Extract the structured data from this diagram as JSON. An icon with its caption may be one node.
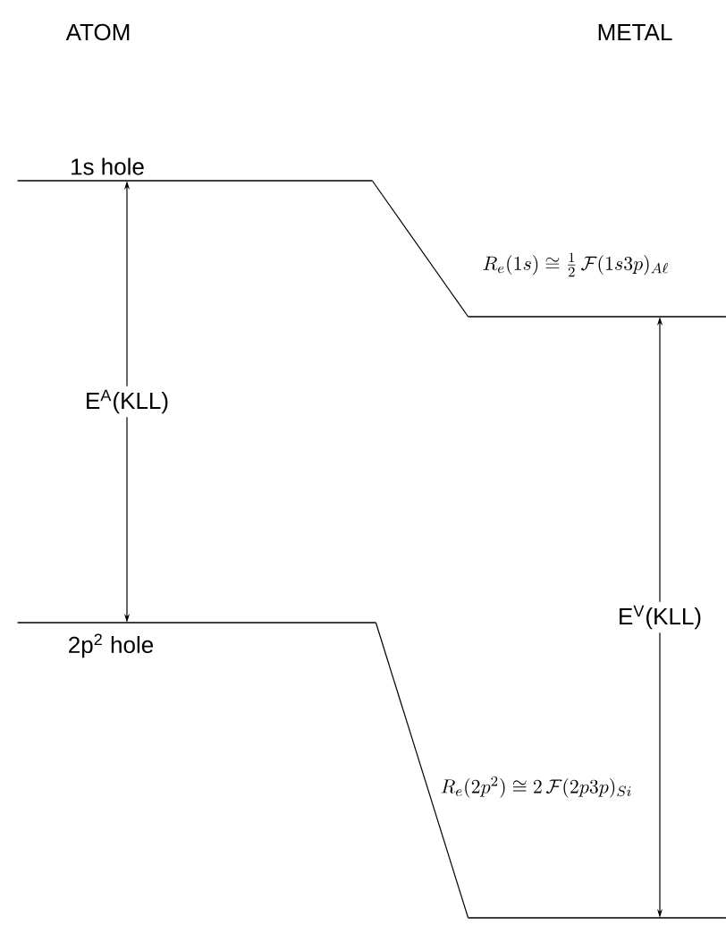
{
  "diagram": {
    "nodes": [
      {
        "text": [
          "1s hole"
        ]
      },
      {
        "text": [
          "2p$^{2}$ hole"
        ]
      },
      {
        "text": [],
        "shape": "bar"
      },
      {
        "text": [],
        "shape": "bar"
      }
    ],
    "edges": [
      {
        "from": 0,
        "to": 2,
        "arrow": "none"
      },
      {
        "from": 1,
        "to": 3,
        "arrow": "none"
      },
      {
        "from": 0,
        "to": 1,
        "arrow": "both",
        "label": "E$^{A}$(KLL)"
      },
      {
        "from": 2,
        "to": 3,
        "arrow": "both",
        "label": "E$^{V}$(KLL)"
      }
    ],
    "labels": [
      "ATOM",
      "METAL",
      "R_e(1s)\\cong\\frac{1}{2}\\,\\mathcal{F}(1s3p)_{A\\ell}",
      "R_e(2p^2)\\cong 2\\,\\mathcal{F}(2p3p)_{Si}"
    ]
  }
}
